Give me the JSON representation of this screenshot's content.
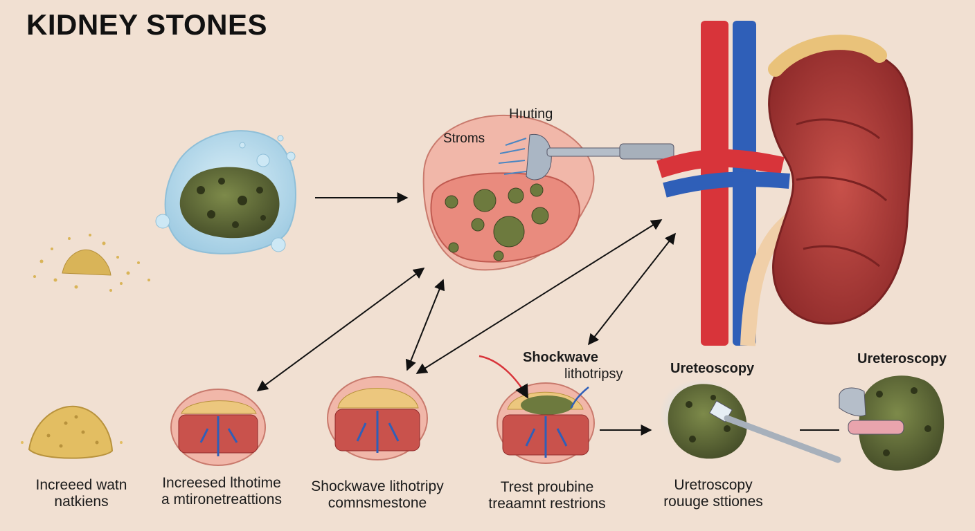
{
  "title": "KIDNEY STONES",
  "top_labels": {
    "hurting": "Hıuting",
    "storms": "Stroms"
  },
  "step_labels": {
    "shockwave_head_line1": "Shockwave",
    "shockwave_head_line2": "lithotripsy",
    "ureteoscopy": "Ureteoscopy",
    "ureteroscopy": "Ureteroscopy"
  },
  "captions": [
    {
      "line1": "Increeed watn",
      "line2": "natkiens"
    },
    {
      "line1": "Increesed lthotime",
      "line2": "a mtironetreattions"
    },
    {
      "line1": "Shockwave lithotripy",
      "line2": "comnsmestone"
    },
    {
      "line1": "Trest proubine",
      "line2": "treaamnt restrions"
    },
    {
      "line1": "Uretroscopy",
      "line2": "rouuge sttiones"
    }
  ],
  "colors": {
    "background": "#f1e0d2",
    "stone_green": "#5f6b3a",
    "artery_red": "#d8343a",
    "vein_blue": "#2f5fb8",
    "kidney_red": "#b8433f",
    "tissue_pink": "#f1b7a9",
    "fat_yellow": "#e9c27a"
  },
  "icons": [
    "stone-in-water-icon",
    "crystal-grains-icon",
    "ultrasound-probe-icon",
    "kidney-icon",
    "ureteroscope-icon",
    "arrow-icon"
  ]
}
